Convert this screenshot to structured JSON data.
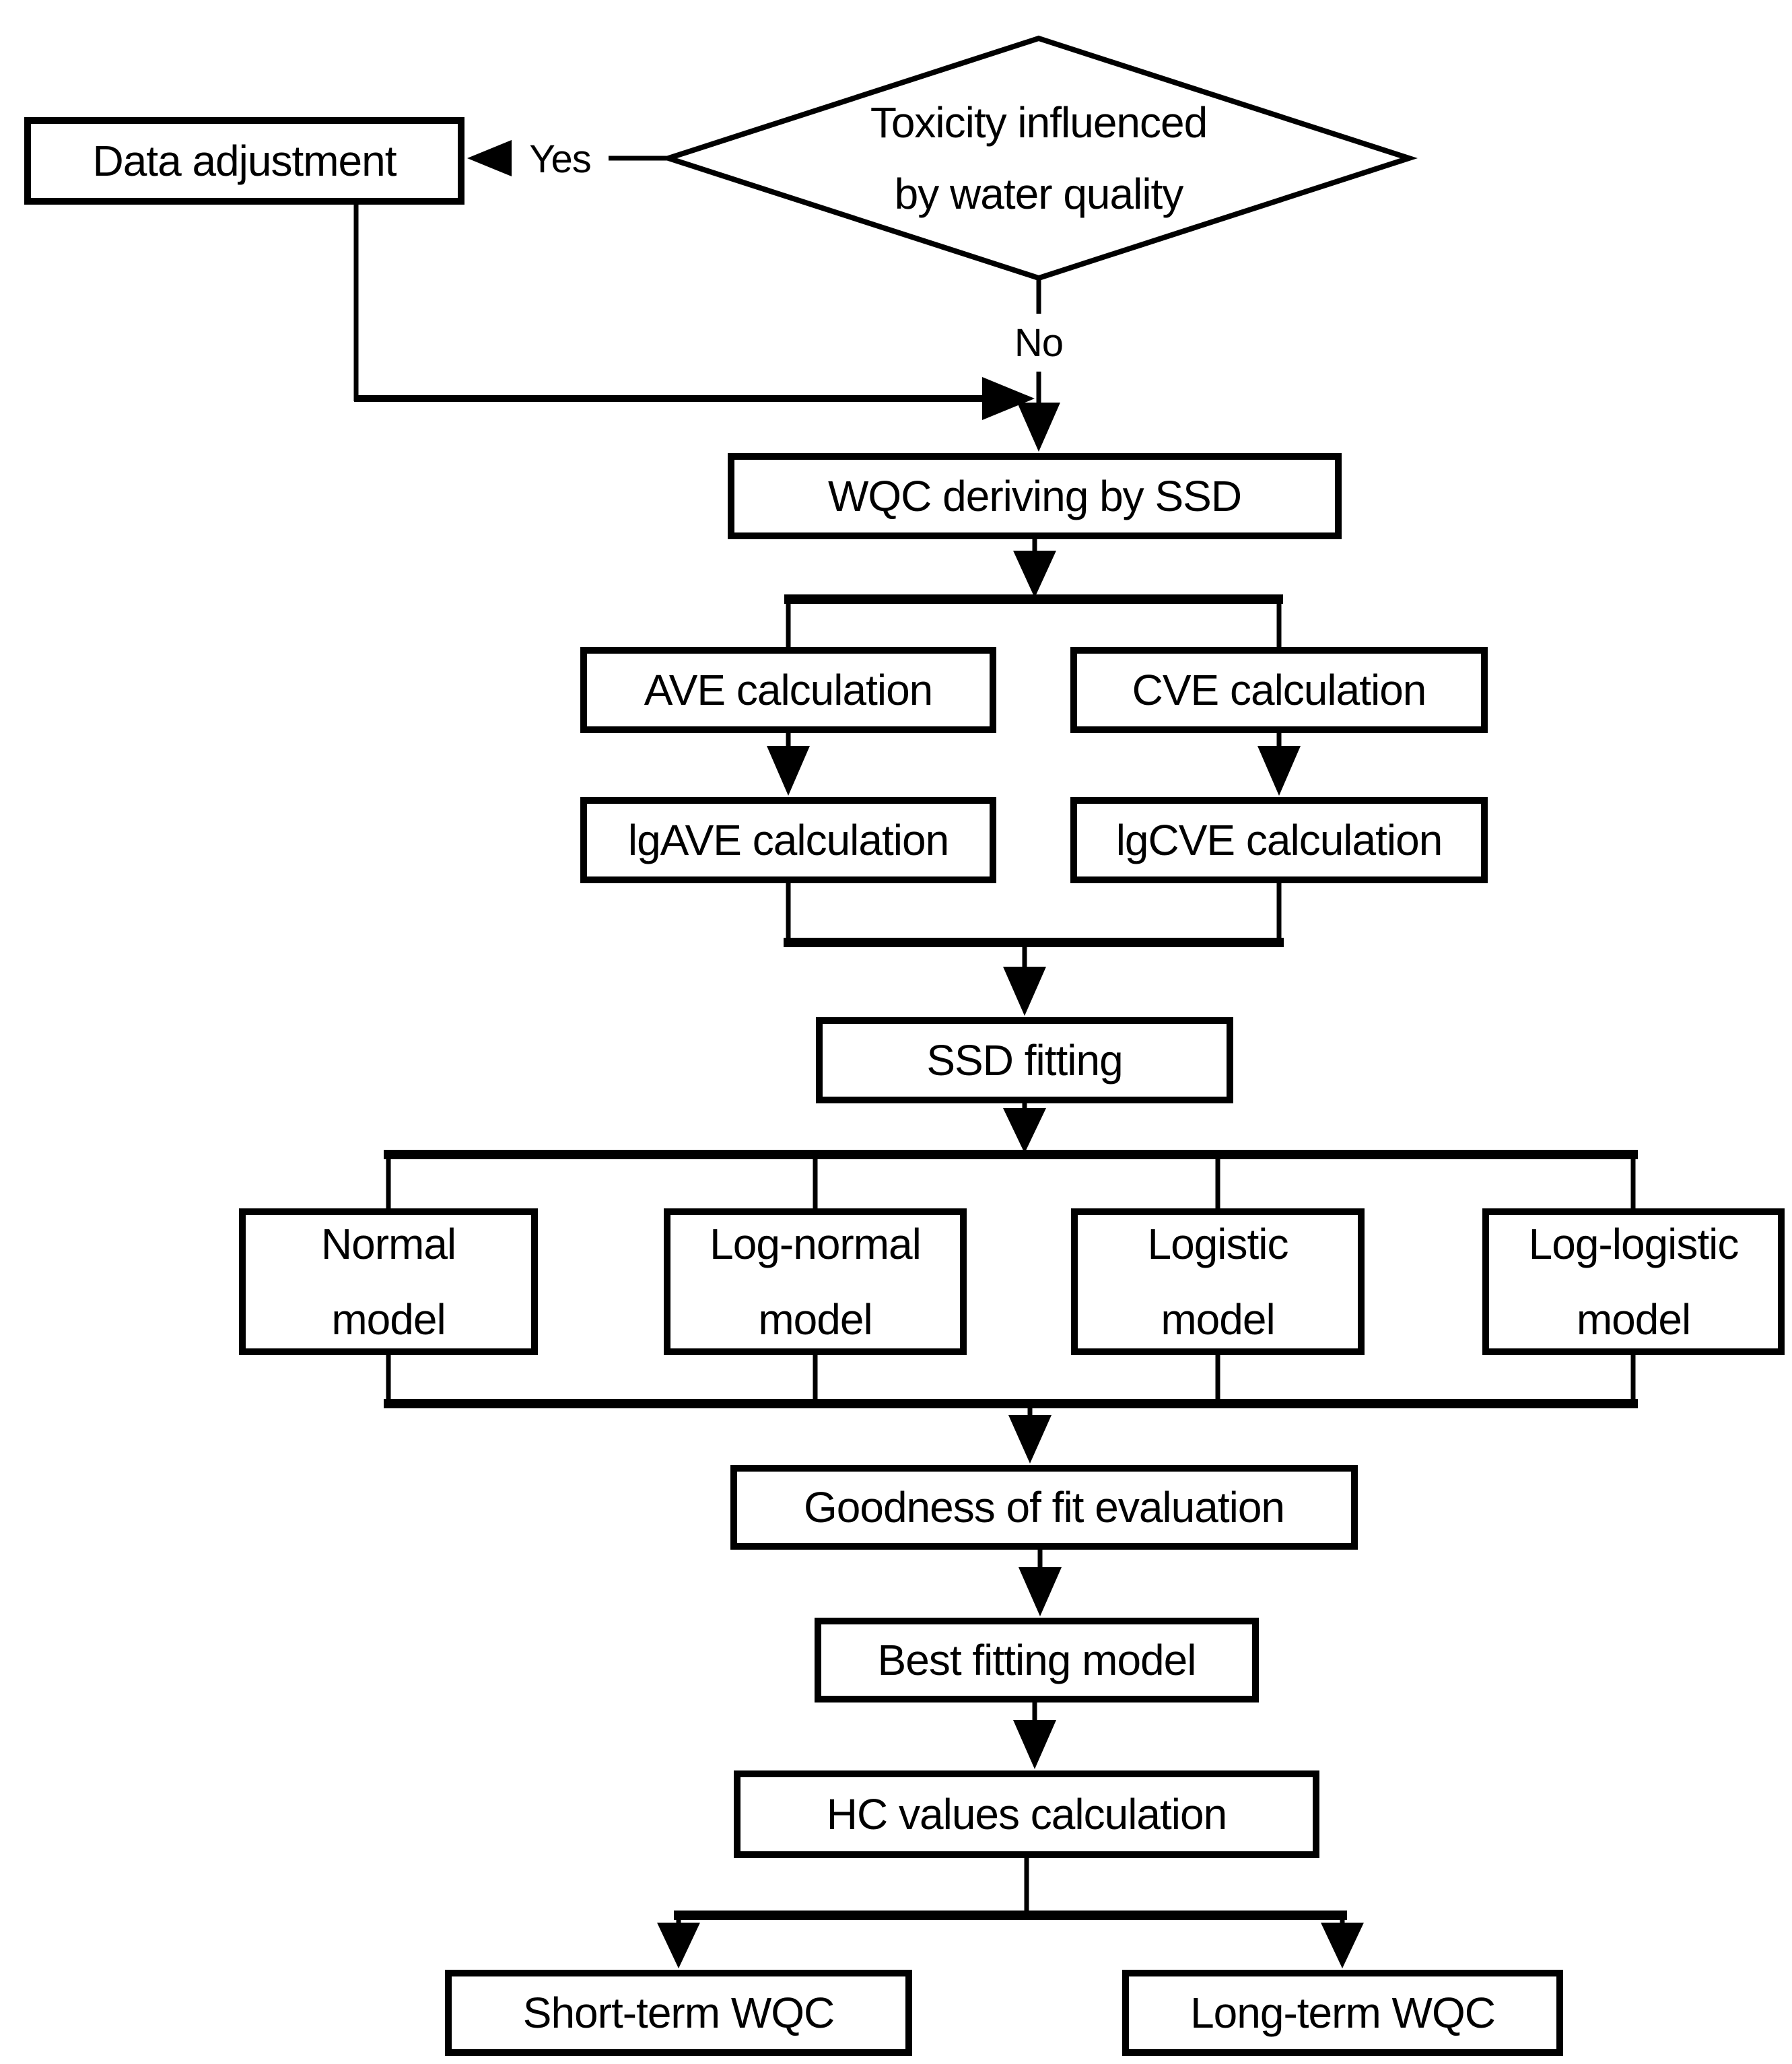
{
  "figure": {
    "background_color": "#ffffff",
    "line_color": "#000000"
  },
  "flowchart": {
    "decision_toxicity": "Toxicity influenced\nby water quality",
    "label_yes": "Yes",
    "label_no": "No",
    "node_data_adjustment": "Data adjustment",
    "node_wqc_deriving": "WQC deriving by SSD",
    "node_ave": "AVE calculation",
    "node_cve": "CVE calculation",
    "node_lgave": "lgAVE calculation",
    "node_lgcve": "lgCVE calculation",
    "node_ssd_fitting": "SSD fitting",
    "node_normal_model": "Normal\nmodel",
    "node_log_normal_model": "Log-normal\nmodel",
    "node_logistic_model": "Logistic\nmodel",
    "node_log_logistic_model": "Log-logistic\nmodel",
    "node_goodness_of_fit": "Goodness of fit evaluation",
    "node_best_fitting": "Best fitting model",
    "node_hc_values": "HC values calculation",
    "node_short_term": "Short-term WQC",
    "node_long_term": "Long-term WQC"
  }
}
